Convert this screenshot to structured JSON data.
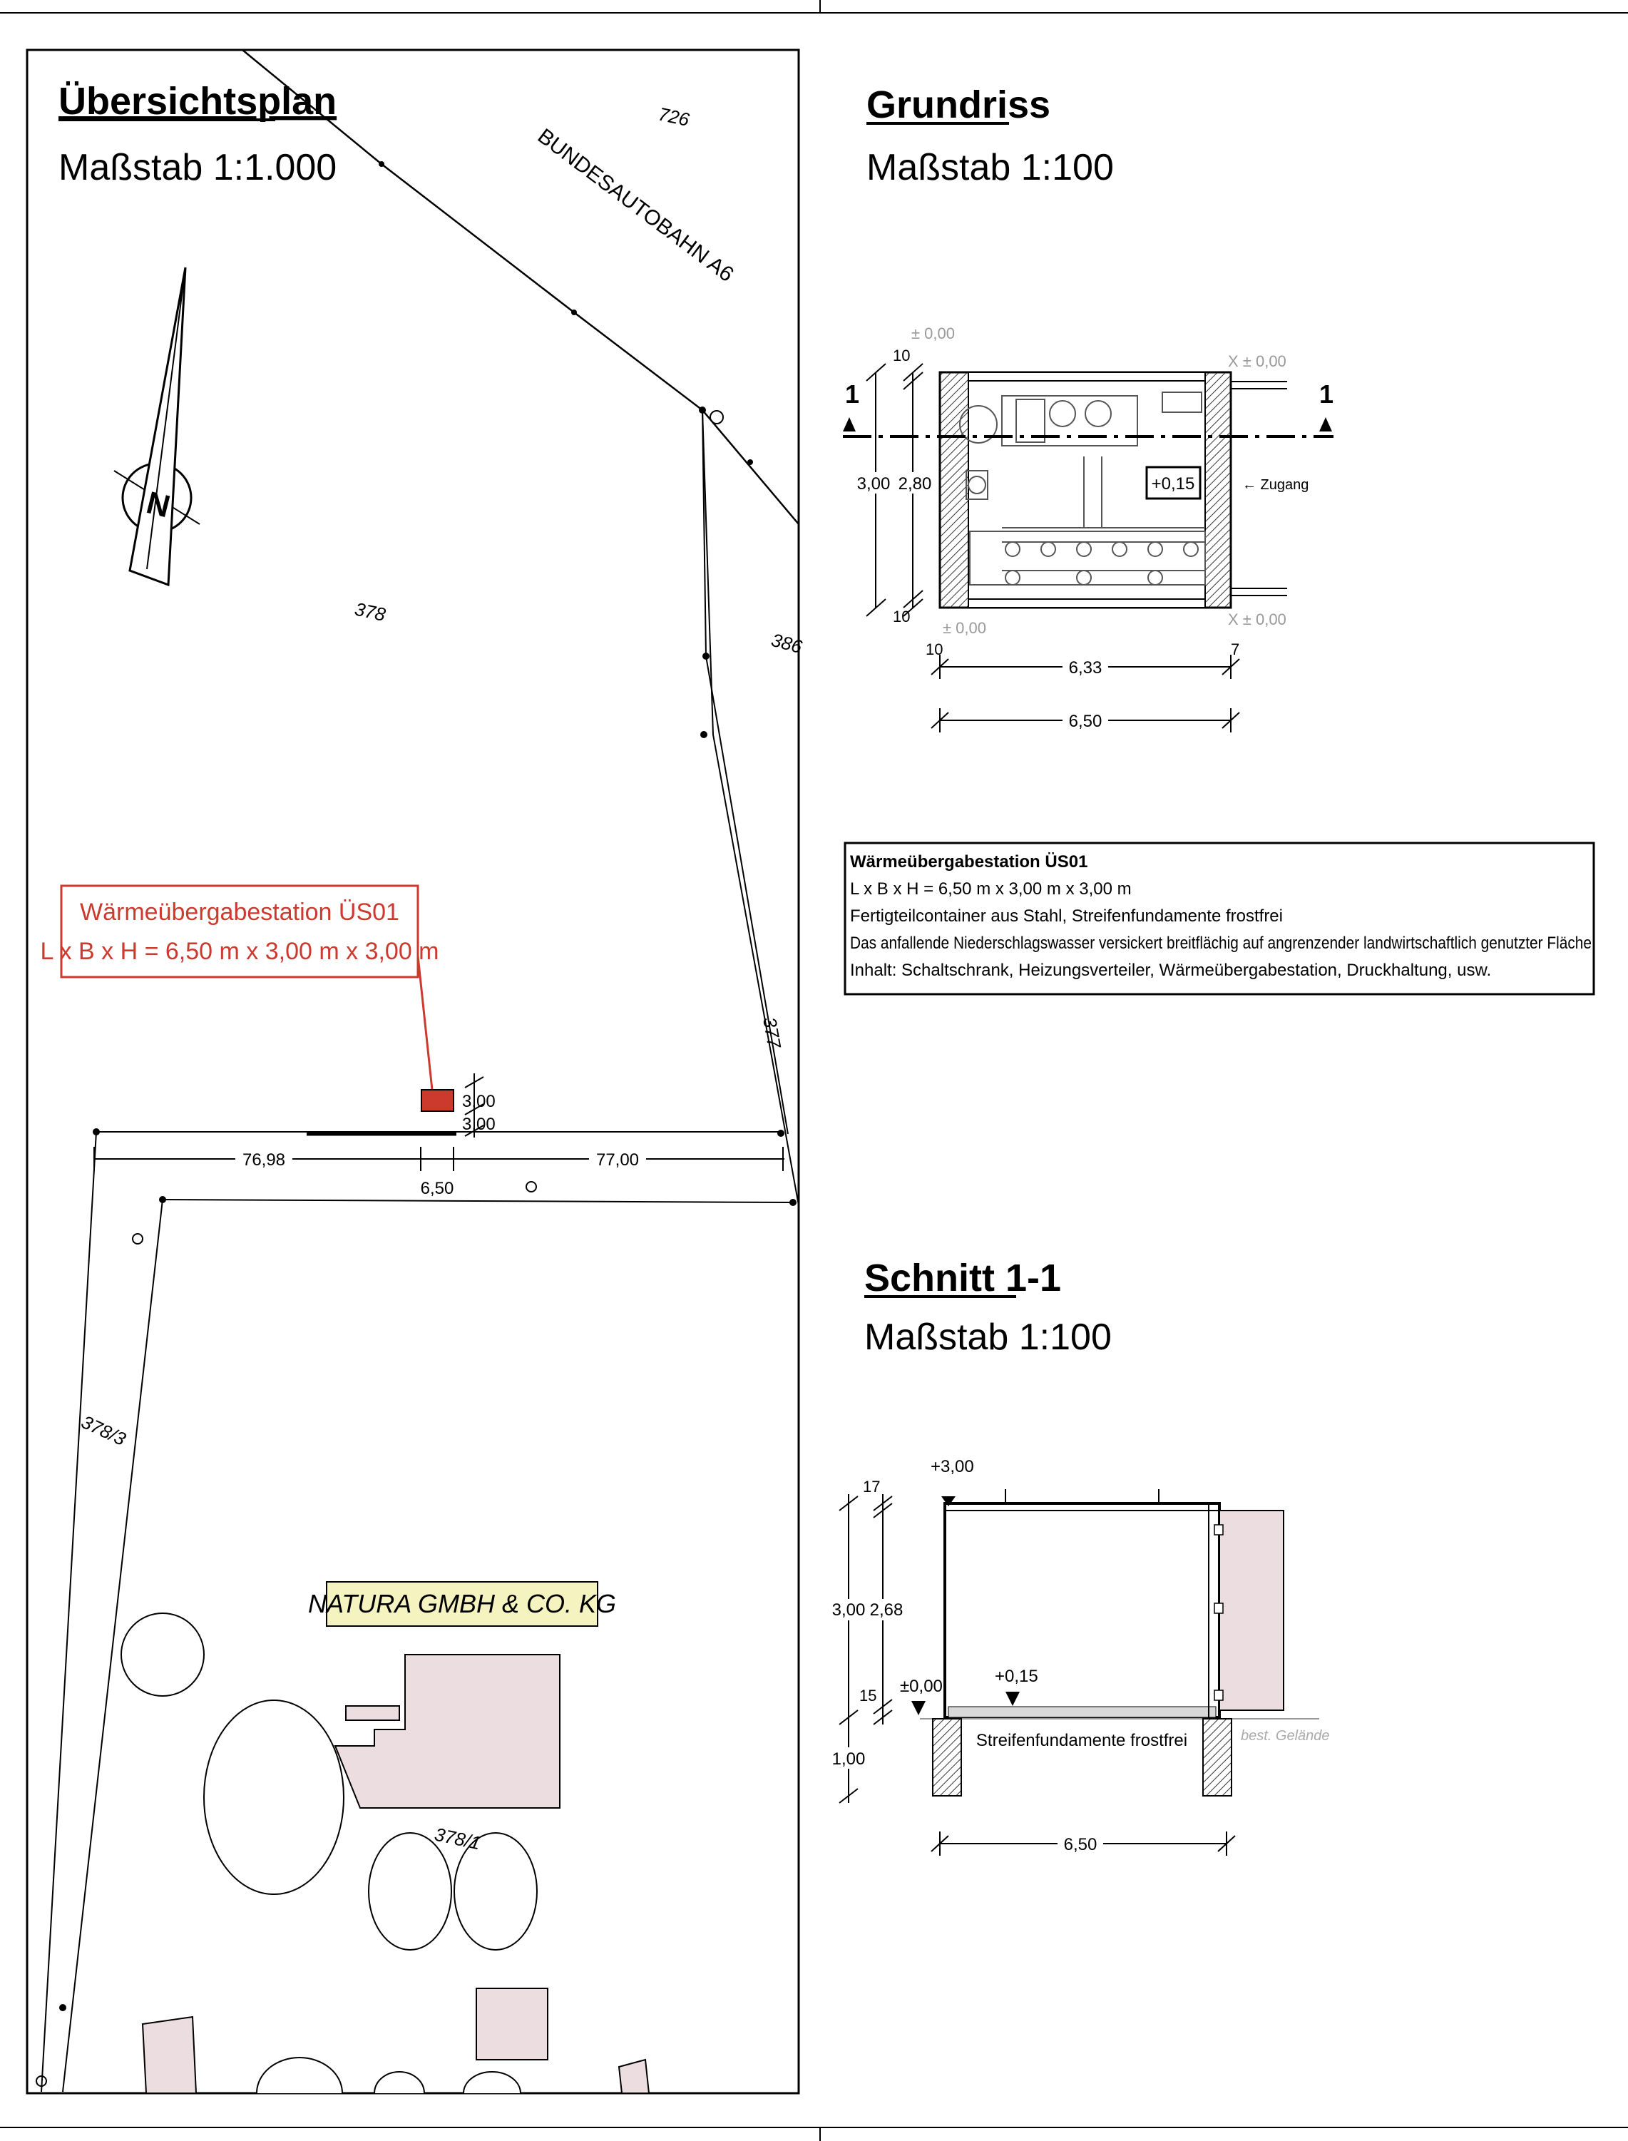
{
  "overview": {
    "title": "Übersichtsplan",
    "scale": "Maßstab 1:1.000",
    "highway_label": "BUNDESAUTOBAHN A6",
    "north_label": "N",
    "parcels": [
      "726",
      "378",
      "386",
      "377",
      "378/3",
      "378/1"
    ],
    "station_callout_line1": "Wärmeübergabestation ÜS01",
    "station_callout_line2": "L x B x H = 6,50 m x 3,00 m x 3,00 m",
    "dim_left": "76,98",
    "dim_right": "77,00",
    "dim_width": "6,50",
    "dim_depth_a": "3,00",
    "dim_depth_b": "3,00",
    "company_label": "NATURA GMBH & CO. KG"
  },
  "floorplan": {
    "title": "Grundriss",
    "scale": "Maßstab 1:100",
    "section_mark": "1",
    "level_main": "+0,15",
    "access_label": "← Zugang",
    "level_corner": "± 0,00",
    "level_corner_right": "X ± 0,00",
    "dim_total_depth": "3,00",
    "dim_inner_depth": "2,80",
    "dim_wall": "10",
    "dim_wall_right": "7",
    "dim_inner_length": "6,33",
    "dim_total_length": "6,50"
  },
  "description": {
    "title": "Wärmeübergabestation ÜS01",
    "lines": [
      "L x B x H = 6,50 m x 3,00 m x 3,00 m",
      "Fertigteilcontainer aus Stahl, Streifenfundamente frostfrei",
      "Das anfallende Niederschlagswasser versickert breitflächig auf angrenzender landwirtschaftlich genutzter Fläche",
      "Inhalt: Schaltschrank, Heizungsverteiler, Wärmeübergabestation, Druckhaltung, usw."
    ]
  },
  "section": {
    "title": "Schnitt 1-1",
    "scale": "Maßstab 1:100",
    "level_top": "+3,00",
    "level_ground": "±0,00",
    "level_floor": "+0,15",
    "dim_roof": "17",
    "dim_total_height": "3,00",
    "dim_inner_height": "2,68",
    "dim_floor": "15",
    "dim_foundation": "1,00",
    "foundation_label": "Streifenfundamente frostfrei",
    "terrain_label": "best. Gelände",
    "dim_length": "6,50"
  },
  "colors": {
    "station_red": "#cc3a2e",
    "building_pink": "#ecdde0",
    "company_yellow": "#f5f3c0",
    "foundation_gray": "#d8d8d8"
  }
}
